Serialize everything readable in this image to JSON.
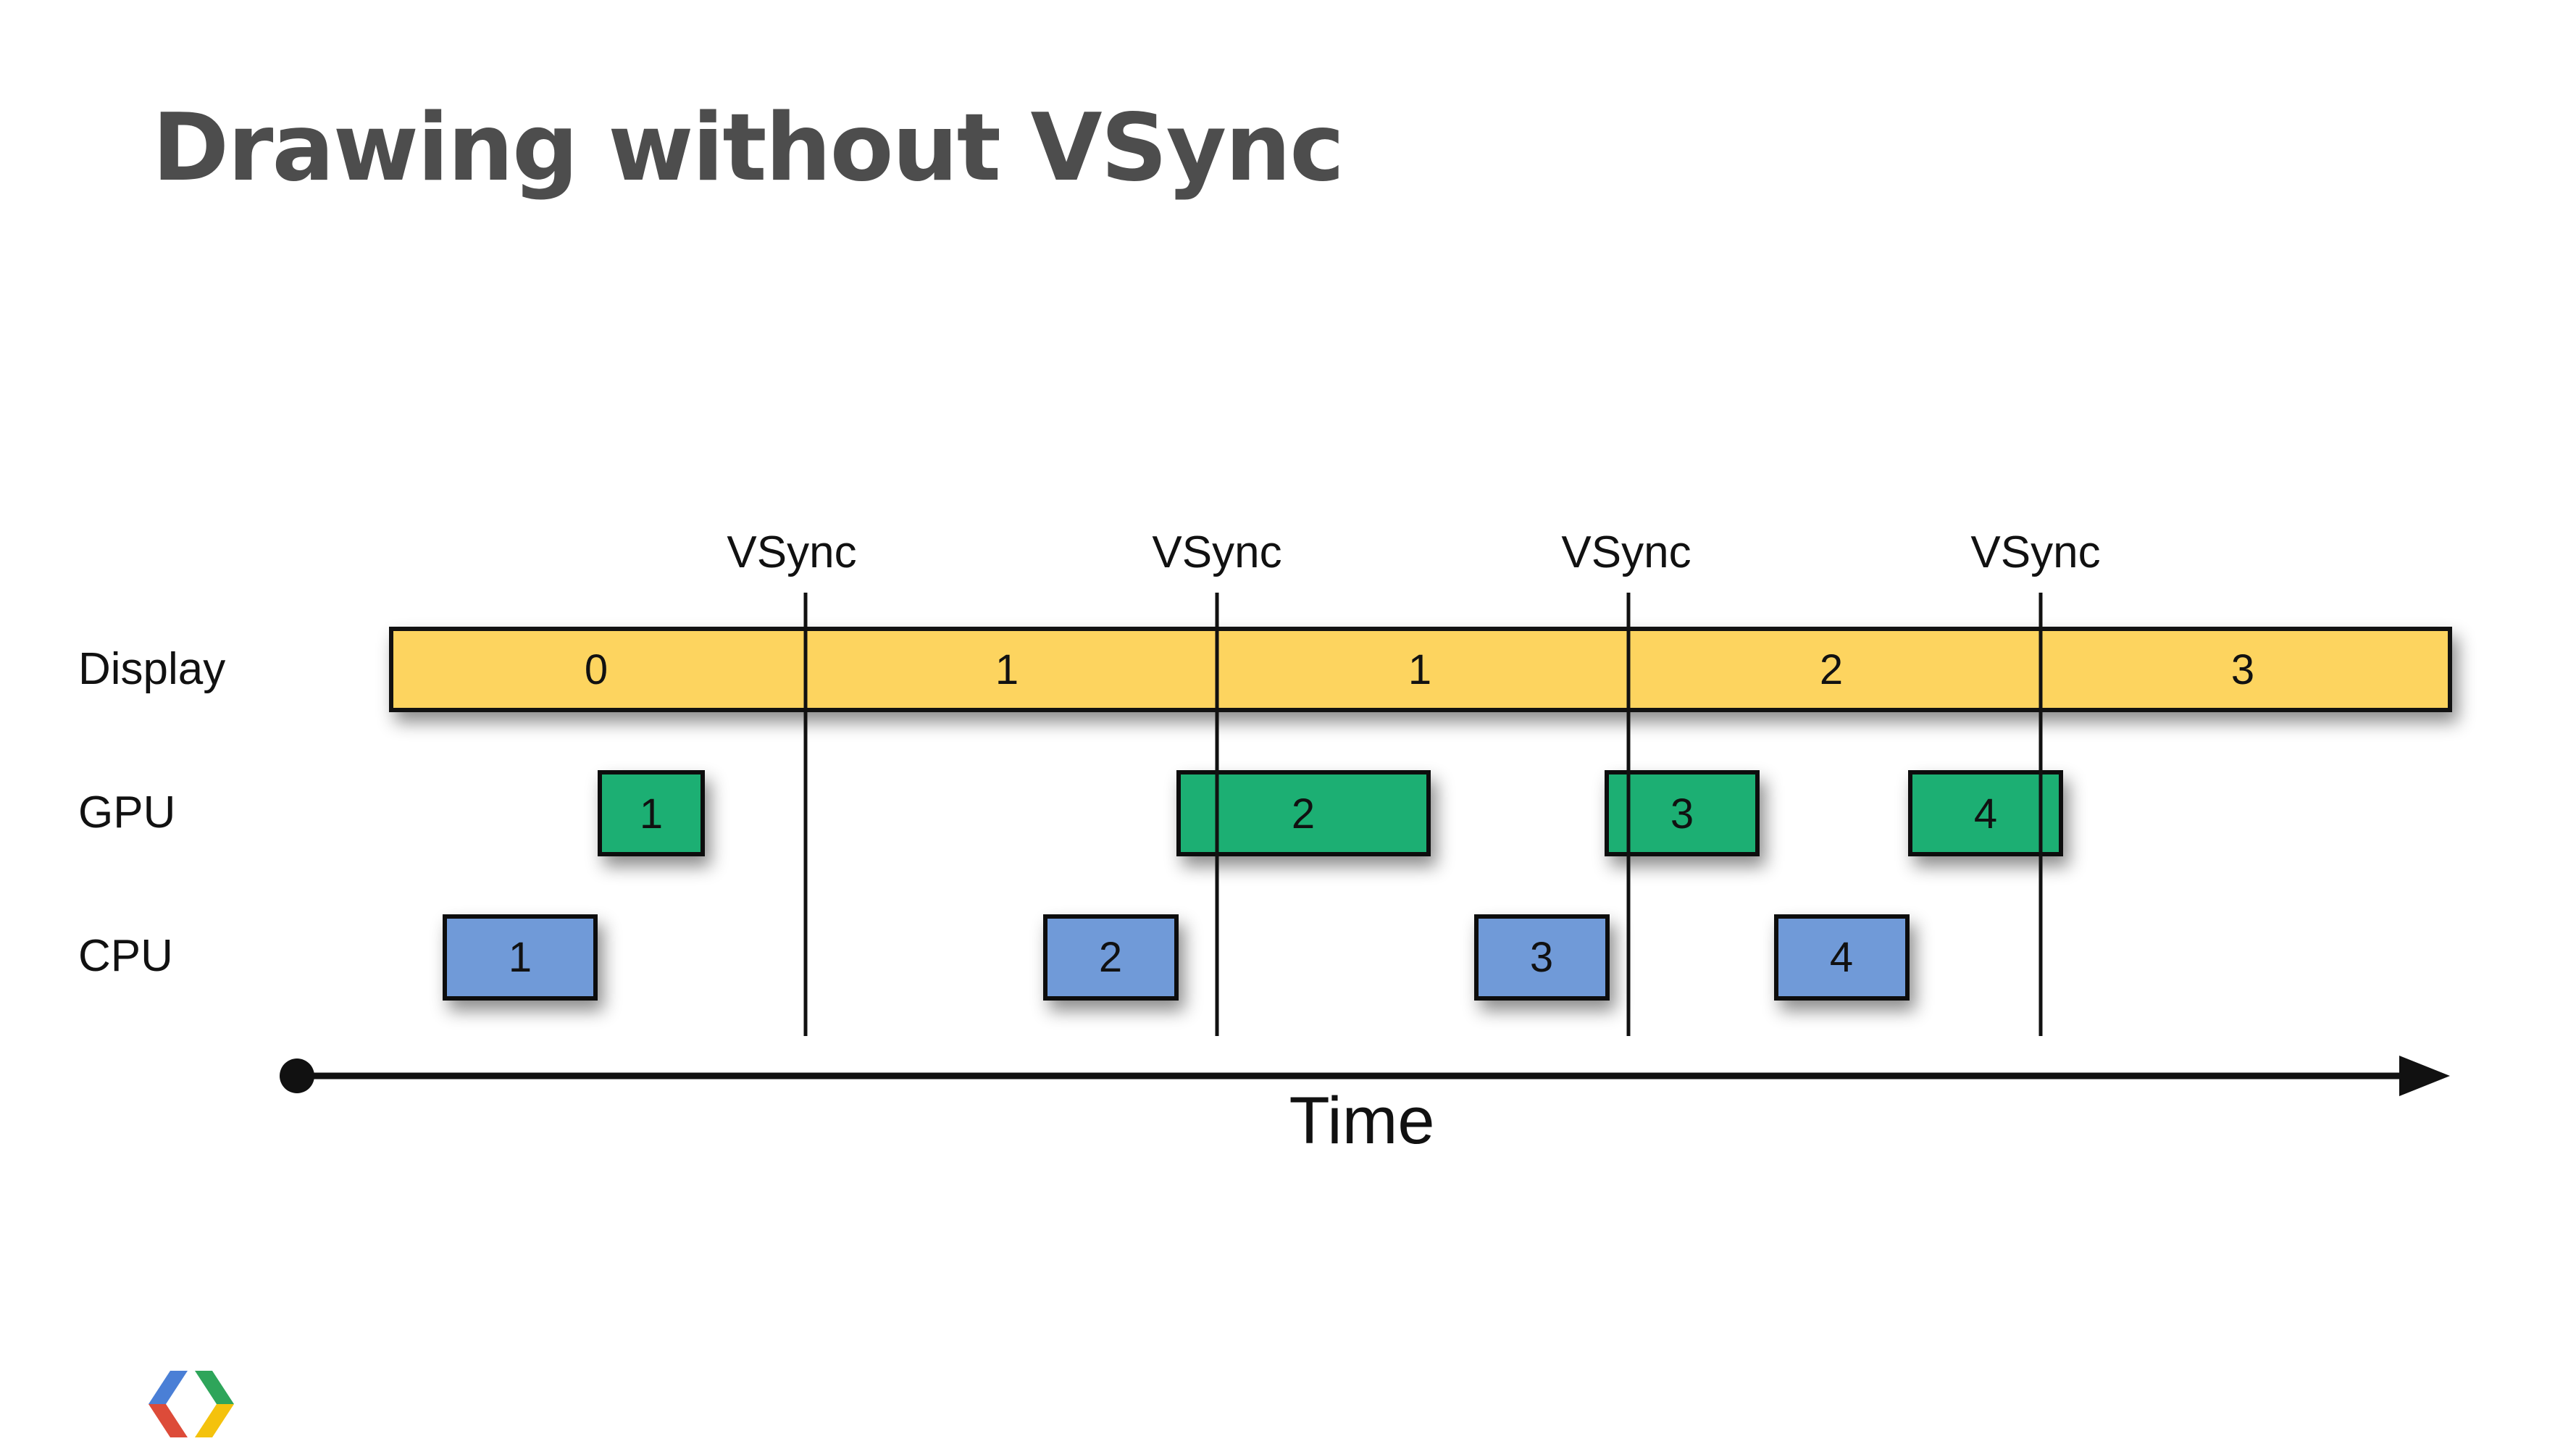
{
  "title": "Drawing without VSync",
  "colors": {
    "display": "#fdd45f",
    "gpu": "#1faf73",
    "cpu": "#6f9ad8",
    "title": "#4d4d4d",
    "ink": "#111111",
    "logo_blue": "#4a7fd6",
    "logo_red": "#dd4b39",
    "logo_green": "#2ea55a",
    "logo_yellow": "#f4c20d"
  },
  "rows": {
    "display": "Display",
    "gpu": "GPU",
    "cpu": "CPU"
  },
  "vsync_label": "VSync",
  "vsync_count": 4,
  "display_frames": [
    "0",
    "1",
    "1",
    "2",
    "3"
  ],
  "gpu_frames": [
    "1",
    "2",
    "3",
    "4"
  ],
  "cpu_frames": [
    "1",
    "2",
    "3",
    "4"
  ],
  "axis_label": "Time",
  "logo_icon": "chrome-developers-logo-icon"
}
